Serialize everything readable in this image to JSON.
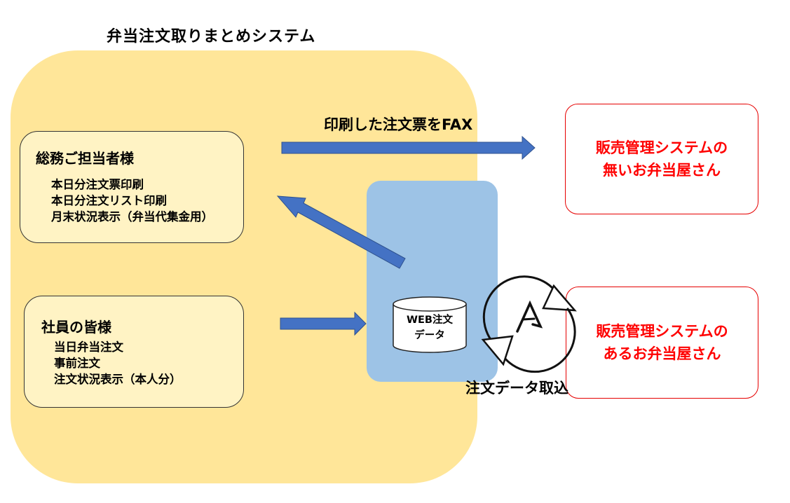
{
  "title": "弁当注文取りまとめシステム",
  "somu": {
    "title": "総務ご担当者様",
    "items": [
      "本日分注文票印刷",
      "本日分注文リスト印刷",
      "月末状況表示（弁当代集金用）"
    ]
  },
  "shain": {
    "title": "社員の皆様",
    "items": [
      "当日弁当注文",
      "事前注文",
      "注文状況表示（本人分）"
    ]
  },
  "database": {
    "line1": "WEB注文",
    "line2": "データ"
  },
  "arrow_fax_label": "印刷した注文票をFAX",
  "import_label": "注文データ取込",
  "shop_without_system": {
    "line1": "販売管理システムの",
    "line2": "無いお弁当屋さん"
  },
  "shop_with_system": {
    "line1": "販売管理システムの",
    "line2": "あるお弁当屋さん"
  },
  "colors": {
    "system_area": "#ffe699",
    "web_area": "#9dc3e6",
    "arrow": "#4472c4",
    "shop_text": "#ff0000"
  },
  "icons": {
    "sync": "sync-cycle-icon"
  }
}
